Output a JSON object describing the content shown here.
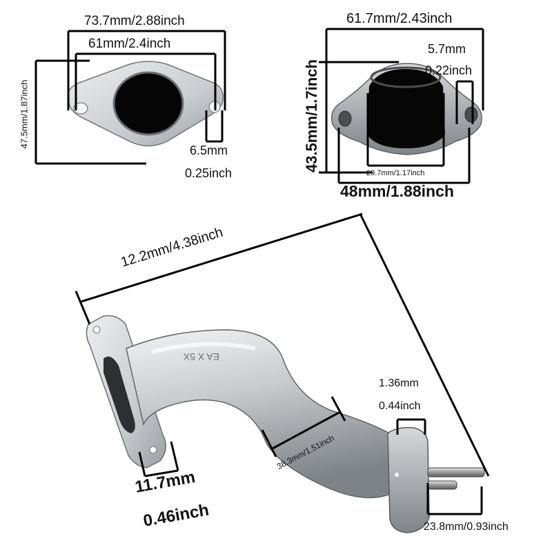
{
  "top_left_flange": {
    "overall_width": "73.7mm/2.88inch",
    "hole_spacing": "61mm/2.4inch",
    "height": "47.5mm/1.87inch",
    "bolt_hole_mm": "6.5mm",
    "bolt_hole_in": "0.25inch"
  },
  "top_right_flange": {
    "overall_width": "61.7mm/2.43inch",
    "stud_mm": "5.7mm",
    "stud_in": "0.22inch",
    "height": "43.5mm/1.7inch",
    "port_diameter": "29.7mm/1.17inch",
    "stud_spacing": "48mm/1.88inch"
  },
  "pipe": {
    "length": "12.2mm/4.38inch",
    "outer_diameter": "38.3mm/1.51inch",
    "casting_mark": "EA  X  5X",
    "flange_thickness_mm": "11.7mm",
    "flange_thickness_in": "0.46inch",
    "outlet_flange_mm": "1.36mm",
    "outlet_flange_in": "0.44inch",
    "outlet_stud_length": "23.8mm/0.93inch"
  },
  "colors": {
    "metal_light": "#d9dbdd",
    "metal_dark": "#8f9398",
    "line": "#000000"
  }
}
